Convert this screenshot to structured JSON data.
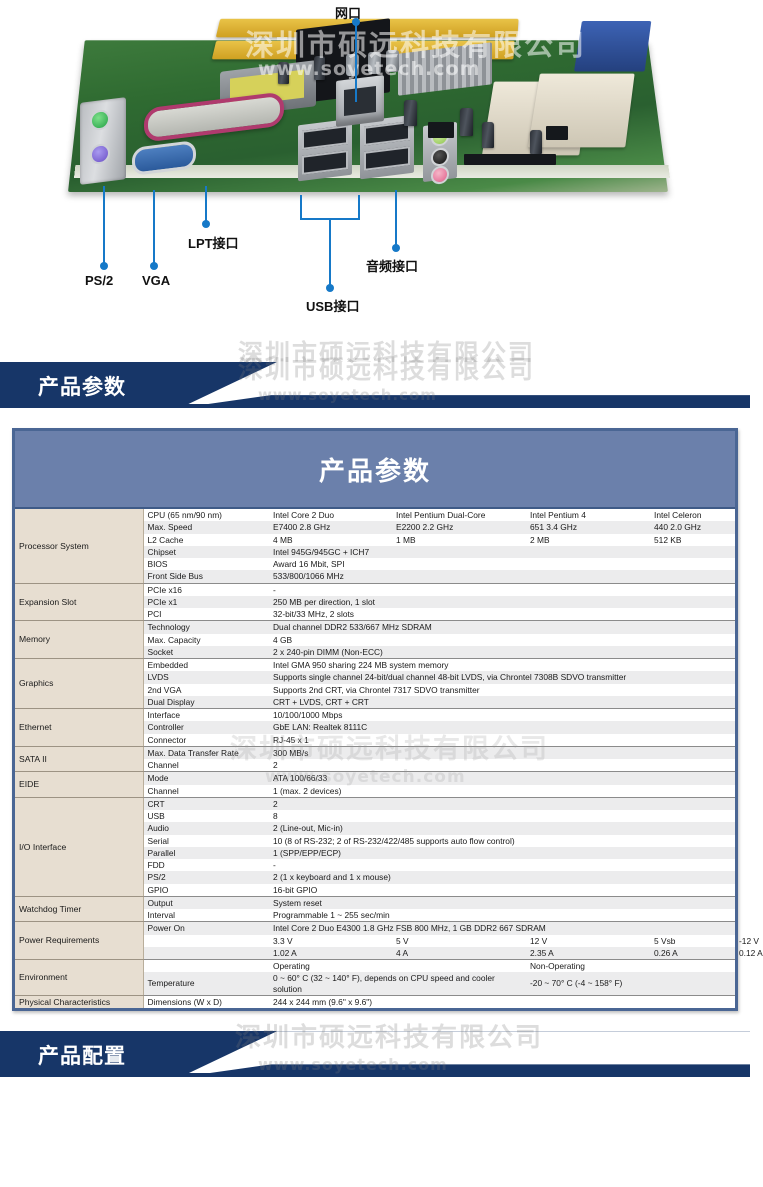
{
  "photo": {
    "alt": "industrial ATX motherboard rear I/O view",
    "callouts": [
      {
        "id": "lan",
        "label": "网口"
      },
      {
        "id": "lpt",
        "label": "LPT接口"
      },
      {
        "id": "ps2",
        "label": "PS/2"
      },
      {
        "id": "vga",
        "label": "VGA"
      },
      {
        "id": "usb",
        "label": "USB接口"
      },
      {
        "id": "audio",
        "label": "音频接口"
      }
    ]
  },
  "watermark": {
    "company": "深圳市硕远科技有限公司",
    "site": "www.soyetech.com"
  },
  "banners": {
    "params": "产品参数",
    "config": "产品配置"
  },
  "spec_table": {
    "title": "产品参数",
    "groups": [
      {
        "name": "Processor System",
        "rows": [
          {
            "sub": "CPU (65 nm/90 nm)",
            "cols": [
              "Intel Core 2 Duo",
              "Intel Pentium Dual-Core",
              "Intel Pentium 4",
              "Intel Celeron"
            ]
          },
          {
            "sub": "Max. Speed",
            "cols": [
              "E7400 2.8 GHz",
              "E2200 2.2 GHz",
              "651 3.4 GHz",
              "440 2.0 GHz"
            ]
          },
          {
            "sub": "L2 Cache",
            "cols": [
              "4 MB",
              "1 MB",
              "2 MB",
              "512 KB"
            ]
          },
          {
            "sub": "Chipset",
            "value": "Intel 945G/945GC + ICH7"
          },
          {
            "sub": "BIOS",
            "value": "Award 16 Mbit, SPI"
          },
          {
            "sub": "Front Side Bus",
            "value": "533/800/1066 MHz"
          }
        ]
      },
      {
        "name": "Expansion Slot",
        "rows": [
          {
            "sub": "PCIe x16",
            "value": "-"
          },
          {
            "sub": "PCIe x1",
            "value": "250 MB per direction, 1 slot"
          },
          {
            "sub": "PCI",
            "value": "32-bit/33 MHz, 2 slots"
          }
        ]
      },
      {
        "name": "Memory",
        "rows": [
          {
            "sub": "Technology",
            "value": "Dual channel DDR2 533/667 MHz SDRAM"
          },
          {
            "sub": "Max. Capacity",
            "value": "4 GB"
          },
          {
            "sub": "Socket",
            "value": "2 x 240-pin DIMM (Non-ECC)"
          }
        ]
      },
      {
        "name": "Graphics",
        "rows": [
          {
            "sub": "Embedded",
            "value": "Intel GMA 950 sharing 224 MB system memory"
          },
          {
            "sub": "LVDS",
            "value": "Supports single channel 24-bit/dual channel 48-bit LVDS, via Chrontel 7308B SDVO transmitter"
          },
          {
            "sub": "2nd VGA",
            "value": "Supports 2nd CRT, via Chrontel 7317 SDVO transmitter"
          },
          {
            "sub": "Dual Display",
            "value": "CRT + LVDS, CRT + CRT"
          }
        ]
      },
      {
        "name": "Ethernet",
        "rows": [
          {
            "sub": "Interface",
            "value": "10/100/1000 Mbps"
          },
          {
            "sub": "Controller",
            "value": "GbE LAN: Realtek 8111C"
          },
          {
            "sub": "Connector",
            "value": "RJ-45 x 1"
          }
        ]
      },
      {
        "name": "SATA II",
        "rows": [
          {
            "sub": "Max. Data Transfer Rate",
            "value": "300 MB/s"
          },
          {
            "sub": "Channel",
            "value": "2"
          }
        ]
      },
      {
        "name": "EIDE",
        "rows": [
          {
            "sub": "Mode",
            "value": "ATA 100/66/33"
          },
          {
            "sub": "Channel",
            "value": "1 (max. 2 devices)"
          }
        ]
      },
      {
        "name": "I/O Interface",
        "rows": [
          {
            "sub": "CRT",
            "value": "2"
          },
          {
            "sub": "USB",
            "value": "8"
          },
          {
            "sub": "Audio",
            "value": "2 (Line-out, Mic-in)"
          },
          {
            "sub": "Serial",
            "value": "10 (8 of RS-232; 2 of RS-232/422/485 supports auto flow control)"
          },
          {
            "sub": "Parallel",
            "value": "1 (SPP/EPP/ECP)"
          },
          {
            "sub": "FDD",
            "value": "-"
          },
          {
            "sub": "PS/2",
            "value": "2 (1 x keyboard and 1 x mouse)"
          },
          {
            "sub": "GPIO",
            "value": "16-bit GPIO"
          }
        ]
      },
      {
        "name": "Watchdog Timer",
        "rows": [
          {
            "sub": "Output",
            "value": "System reset"
          },
          {
            "sub": "Interval",
            "value": "Programmable 1 ~ 255 sec/min"
          }
        ]
      },
      {
        "name": "Power Requirements",
        "rows": [
          {
            "sub": "Power On",
            "value": "Intel Core 2 Duo E4300 1.8 GHz FSB 800 MHz, 1 GB DDR2 667 SDRAM"
          },
          {
            "sub": "",
            "cols": [
              "3.3 V",
              "5 V",
              "12 V",
              "5 Vsb",
              "-12 V"
            ]
          },
          {
            "sub": "",
            "cols": [
              "1.02 A",
              "4 A",
              "2.35 A",
              "0.26 A",
              "0.12 A"
            ]
          }
        ]
      },
      {
        "name": "Environment",
        "rows": [
          {
            "sub": "",
            "cols2": [
              "Operating",
              "Non-Operating"
            ]
          },
          {
            "sub": "Temperature",
            "cols2": [
              "0 ~ 60° C (32 ~ 140° F), depends on CPU speed and cooler solution",
              "-20 ~ 70° C (-4 ~ 158° F)"
            ]
          }
        ]
      },
      {
        "name": "Physical Characteristics",
        "rows": [
          {
            "sub": "Dimensions (W x D)",
            "value": "244 x 244 mm (9.6\" x 9.6\")"
          }
        ]
      }
    ]
  }
}
